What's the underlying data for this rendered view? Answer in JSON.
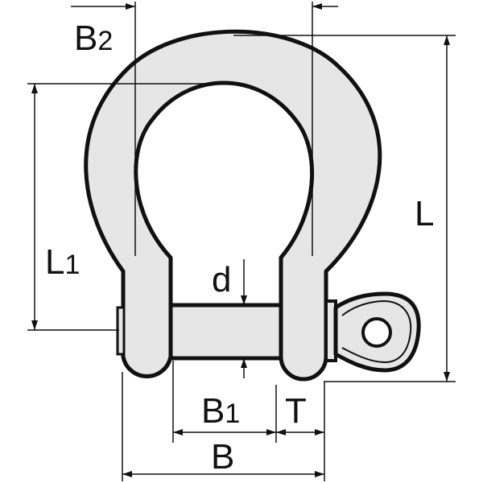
{
  "colors": {
    "outline": "#111111",
    "shackle_fill": "#e6e6e6",
    "background": "#ffffff"
  },
  "labels": {
    "B2": {
      "main": "B",
      "sub": "2"
    },
    "L": {
      "main": "L"
    },
    "L1": {
      "main": "L",
      "sub": "1"
    },
    "d": {
      "main": "d"
    },
    "B1": {
      "main": "B",
      "sub": "1"
    },
    "T": {
      "main": "T"
    },
    "B": {
      "main": "B"
    }
  }
}
